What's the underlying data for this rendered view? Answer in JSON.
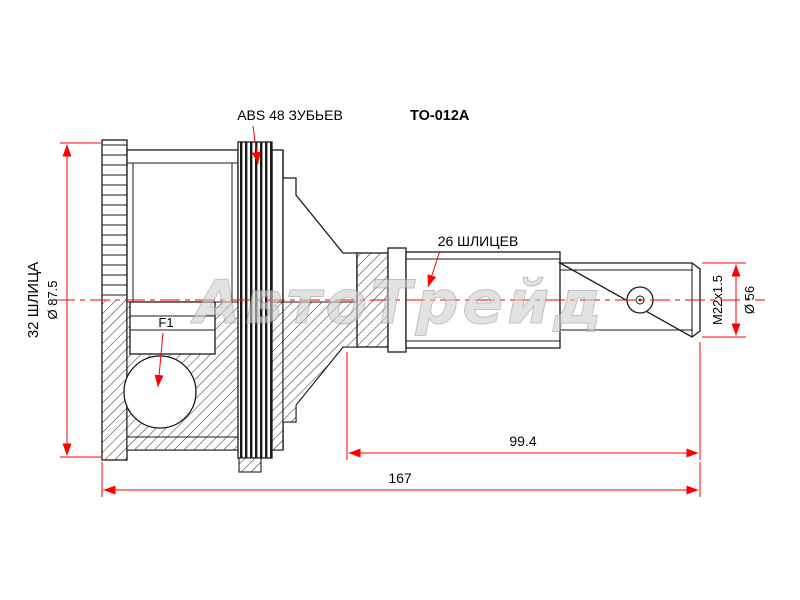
{
  "drawing": {
    "part_code": "TO-012A",
    "callouts": {
      "abs_ring": "ABS 48 ЗУБЬЕВ",
      "shaft_splines": "26 ШЛИЦЕВ",
      "f1_note": "F1"
    },
    "dimensions": {
      "outer_splines": "32 ШЛИЦА",
      "outer_diameter": "Ø 87.5",
      "thread": "M22x1.5",
      "shaft_diameter": "Ø 56",
      "shaft_length": "99.4",
      "overall_length": "167"
    },
    "watermark": "АвтоТрейд"
  },
  "colors": {
    "background": "#ffffff",
    "line": "#1b1b1b",
    "dimension": "#ff0000",
    "watermark": "#cfcfcf"
  }
}
